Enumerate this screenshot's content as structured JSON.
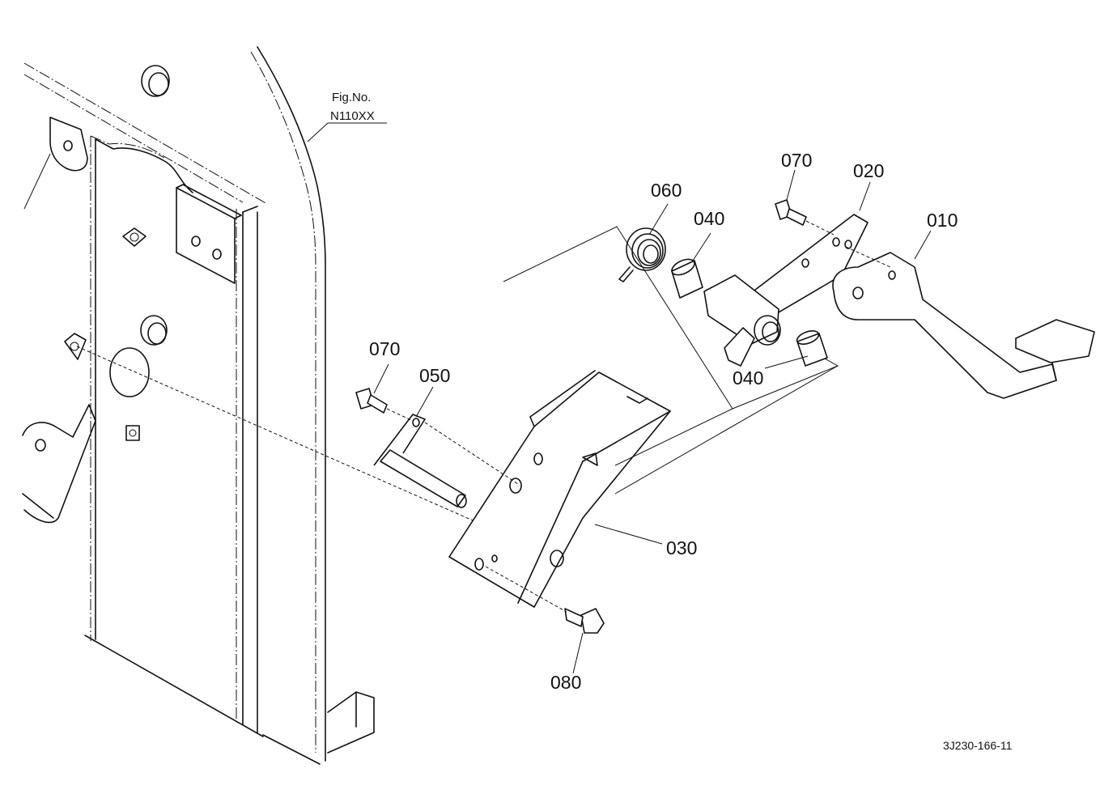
{
  "figure_reference": {
    "line1": "Fig.No.",
    "line2": "N110XX"
  },
  "part_labels": {
    "p010": "010",
    "p020": "020",
    "p030": "030",
    "p040a": "040",
    "p040b": "040",
    "p050": "050",
    "p060": "060",
    "p070a": "070",
    "p070b": "070",
    "p080": "080"
  },
  "drawing_number": "3J230-166-11",
  "line_color": "#111111",
  "background_color": "#ffffff"
}
